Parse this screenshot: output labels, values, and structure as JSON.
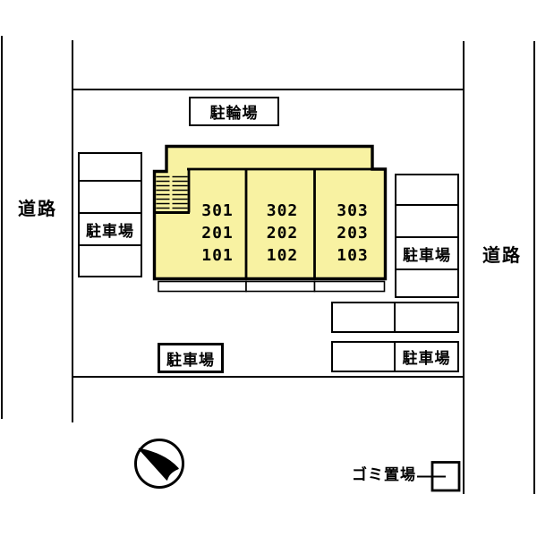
{
  "plan": {
    "road_left": {
      "label": "道路"
    },
    "road_right": {
      "label": "道路"
    },
    "bicycle_parking": {
      "label": "駐輪場"
    },
    "parking_left": {
      "label": "駐車場"
    },
    "parking_right": {
      "label": "駐車場"
    },
    "parking_bottom_center": {
      "label": "駐車場"
    },
    "parking_bottom_right": {
      "label": "駐車場"
    },
    "garbage_area": {
      "label": "ゴミ置場"
    },
    "building": {
      "units": [
        {
          "rooms": [
            "301",
            "201",
            "101"
          ]
        },
        {
          "rooms": [
            "302",
            "202",
            "102"
          ]
        },
        {
          "rooms": [
            "303",
            "203",
            "103"
          ]
        }
      ]
    },
    "icons": {
      "north_arrow": "north-arrow-in-circle"
    },
    "colors": {
      "building_fill": "#F8F2A2",
      "line": "#000000",
      "background": "#FFFFFF"
    }
  }
}
